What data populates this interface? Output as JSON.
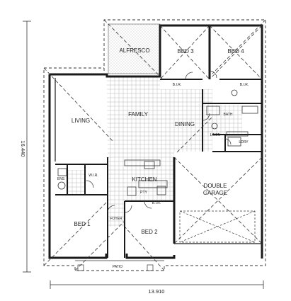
{
  "dimensions": {
    "overall_depth": "16.440",
    "overall_width": "13.910"
  },
  "rooms": {
    "alfresco": "ALFRESCO",
    "bed3": "BED 3",
    "bed4": "BED 4",
    "bir_bed3": "B.I.R.",
    "bir_bed4": "B.I.R.",
    "family": "FAMILY",
    "living": "LIVING",
    "dining": "DINING",
    "bath": "BATH",
    "linen": "LINEN",
    "laundry": "LDRY",
    "ens": "ENS",
    "wir": "W.I.R.",
    "kitchen": "KITCHEN",
    "pantry": "PTY",
    "bir_bed2": "B.I.R.",
    "foyer": "FOYER",
    "bed1": "BED 1",
    "bed2": "BED 2",
    "garage_line1": "DOUBLE",
    "garage_line2": "GARAGE",
    "patio": "PATIO"
  },
  "colors": {
    "wall": "#1a1a1a",
    "tile_grid": "#b8b8b8",
    "alfresco_hatch": "#9a9a9a",
    "dashed_outline": "#333333"
  }
}
